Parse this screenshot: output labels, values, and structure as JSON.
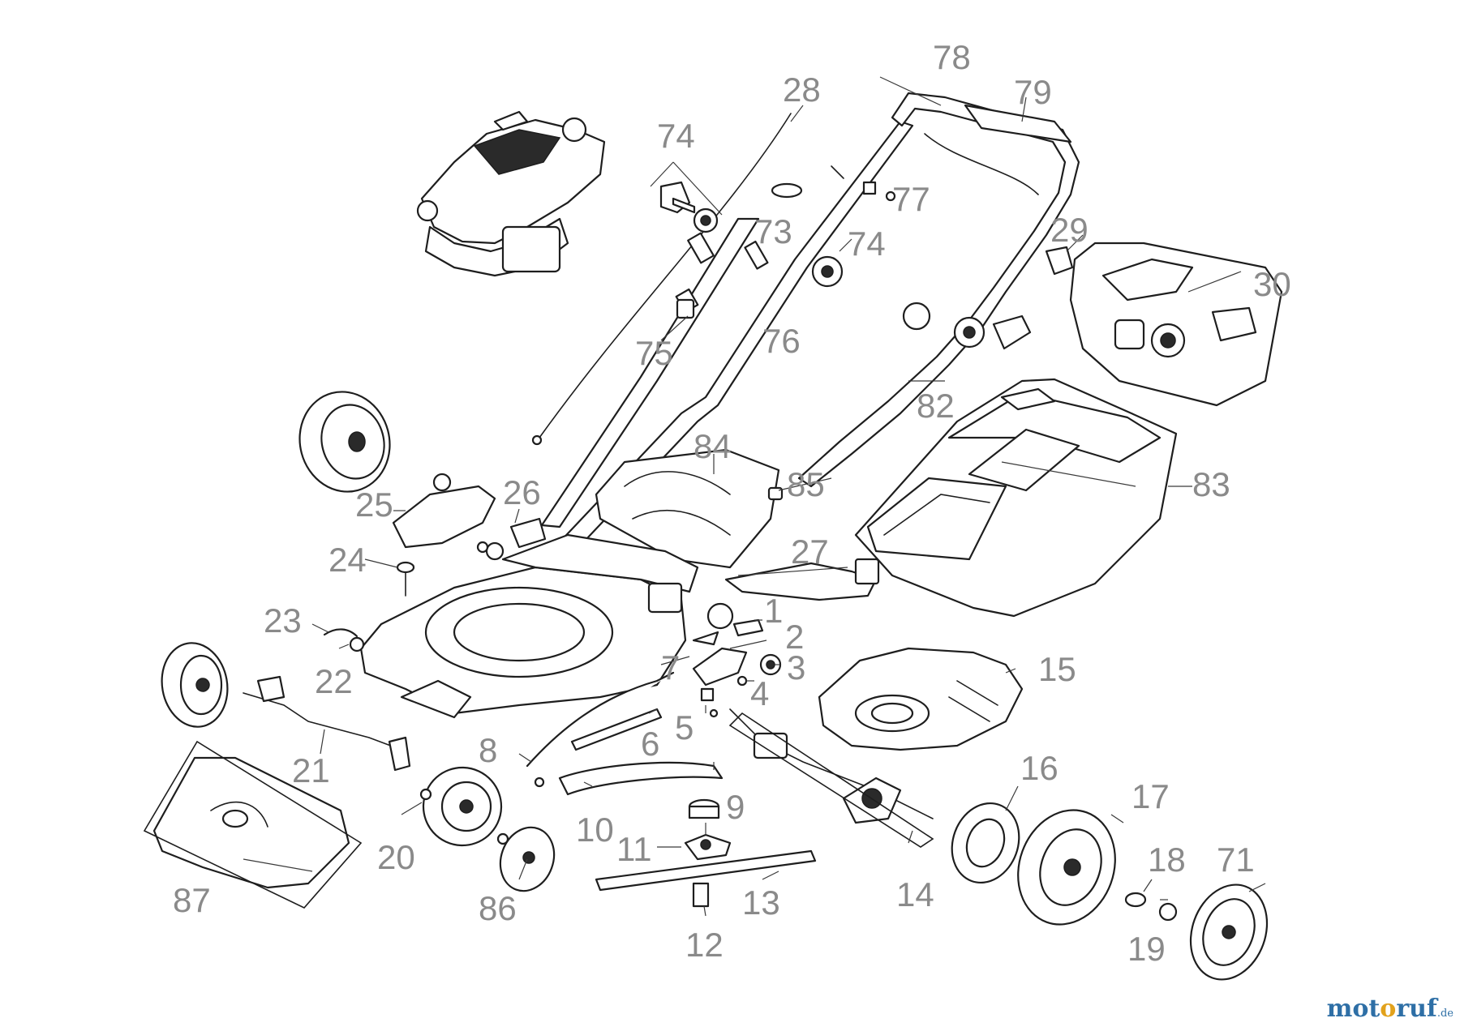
{
  "callouts": [
    "1",
    "2",
    "3",
    "4",
    "5",
    "6",
    "7",
    "8",
    "9",
    "10",
    "11",
    "12",
    "13",
    "14",
    "15",
    "16",
    "17",
    "18",
    "19",
    "20",
    "21",
    "22",
    "23",
    "24",
    "25",
    "26",
    "27",
    "28",
    "29",
    "30",
    "71",
    "73",
    "74",
    "74",
    "75",
    "76",
    "77",
    "78",
    "79",
    "82",
    "83",
    "84",
    "85",
    "86",
    "87"
  ],
  "watermark": {
    "prefix": "mot",
    "accent": "o",
    "suffix": "ruf",
    "tld": ".de"
  },
  "colors": {
    "callout": "#8a8a8a",
    "line": "#1e1e1e",
    "watermark_blue": "#2e6fa6",
    "watermark_orange": "#e2a21c"
  }
}
